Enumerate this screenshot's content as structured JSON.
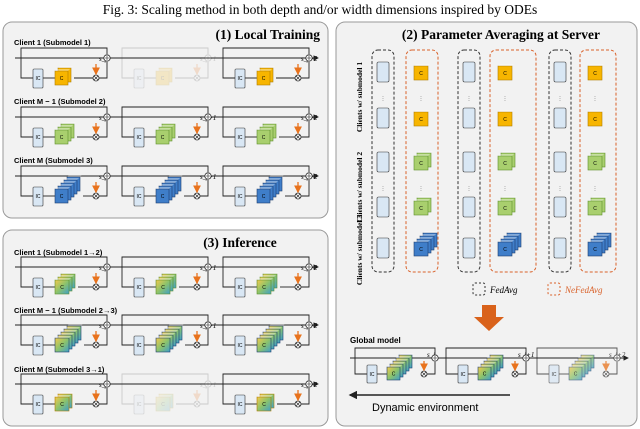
{
  "caption": "Fig. 3: Scaling method in both depth and/or width dimensions inspired by ODEs",
  "panels": {
    "local_training": {
      "title": "(1) Local Training",
      "clients": [
        {
          "label": "Client 1 (Submodel 1)"
        },
        {
          "label": "Client M − 1 (Submodel 2)"
        },
        {
          "label": "Client M (Submodel 3)"
        }
      ]
    },
    "param_avg": {
      "title": "(2) Parameter Averaging at Server",
      "group_labels": [
        "Clients w/ submodel 1",
        "Clients w/ submodel 2",
        "Clients w/ submodel 3"
      ],
      "legend_fedavg": "FedAvg",
      "legend_nefedavg": "NeFedAvg",
      "global_model": "Global model",
      "dynamic_env": "Dynamic environment"
    },
    "inference": {
      "title": "(3) Inference",
      "clients": [
        {
          "label": "Client 1 (Submodel 1→2)"
        },
        {
          "label": "Client M − 1 (Submodel 2→3)"
        },
        {
          "label": "Client M (Submodel 3→1)"
        }
      ]
    }
  },
  "symbols": {
    "ic": "IC",
    "c": "C",
    "ellipsis": "⋮",
    "s_j": "s_j",
    "s_j1": "s_j+1",
    "s_j2": "s_j+2"
  },
  "colors": {
    "orange": "#F7B500",
    "orange_dark": "#B07D00",
    "green": "#A9CF6E",
    "green_dark": "#5E8F2A",
    "blue": "#3F7EC9",
    "blue_dark": "#1F3E6E",
    "ic_fill": "#D9E7F4",
    "arrow_orange": "#E8721C",
    "dashed_orange": "#D9622B",
    "panel_bg": "#F2F2F2"
  }
}
